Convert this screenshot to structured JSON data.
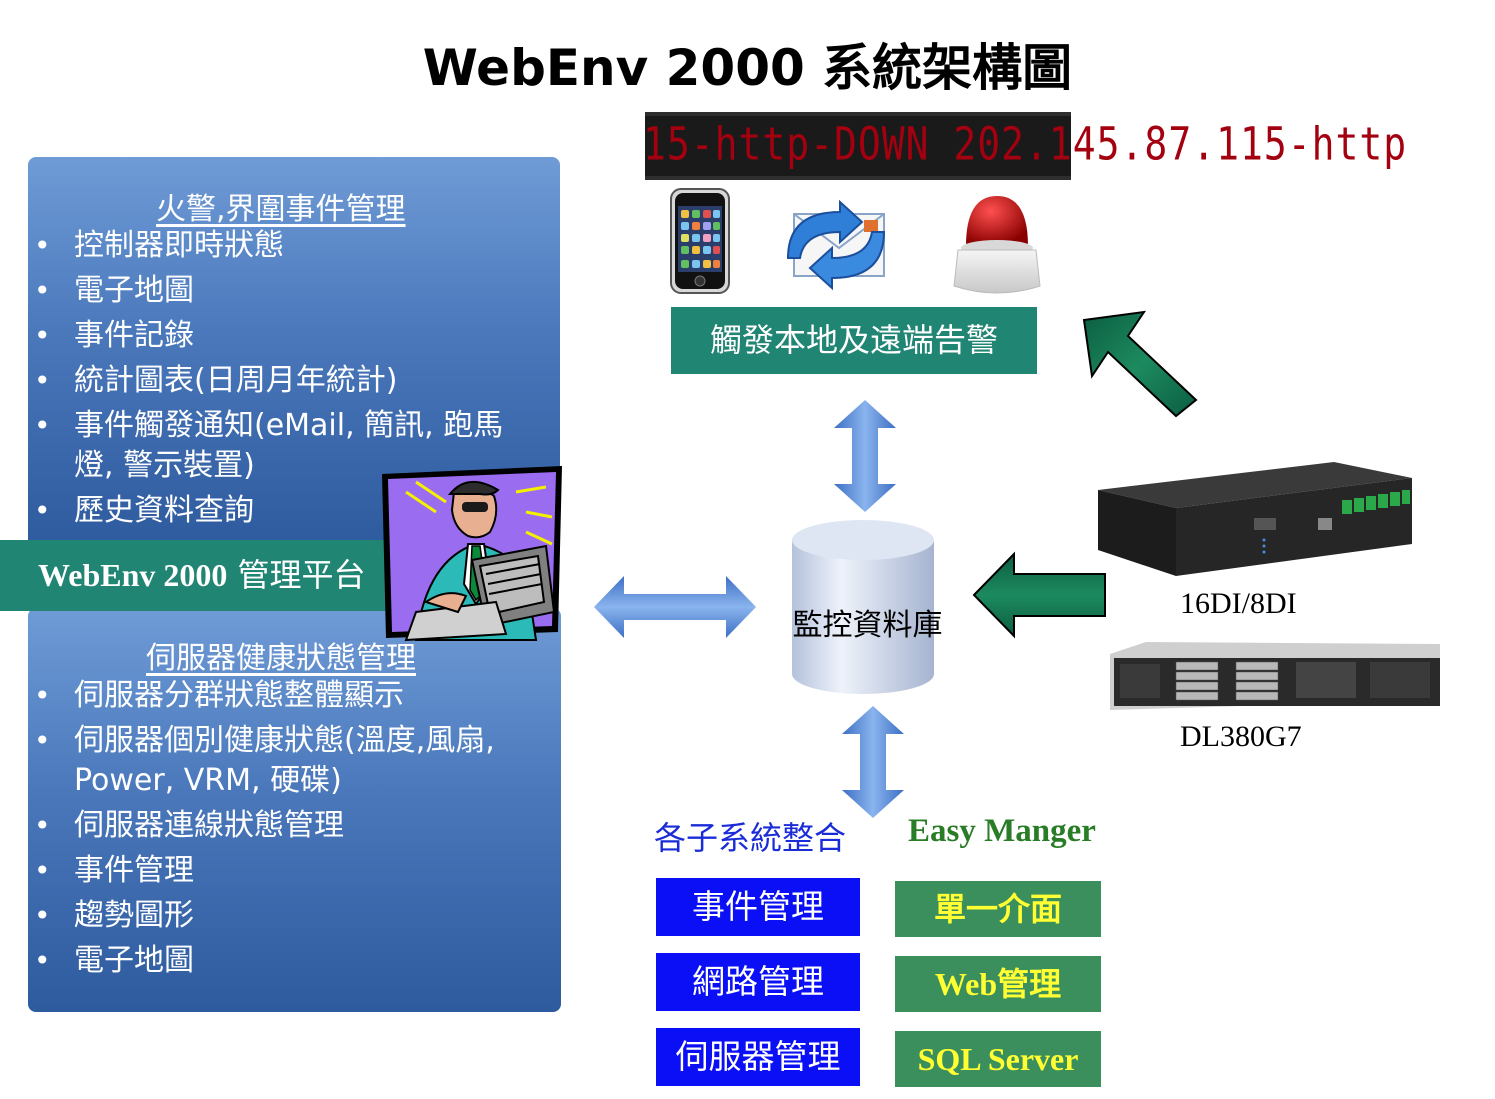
{
  "title": "WebEnv 2000 系統架構圖",
  "left_panel": {
    "section1_title": "火警,界圍事件管理",
    "section1_items": [
      "控制器即時狀態",
      "電子地圖",
      "事件記錄",
      "統計圖表(日周月年統計)",
      "事件觸發通知(eMail, 簡訊, 跑馬",
      "燈, 警示裝置)",
      "歷史資料查詢"
    ],
    "platform_label_bold": "WebEnv 2000",
    "platform_label_rest": " 管理平台",
    "section2_title": "伺服器健康狀態管理",
    "section2_items": [
      "伺服器分群狀態整體顯示",
      "伺服器個別健康狀態(溫度,風扇,",
      "Power, VRM, 硬碟)",
      "伺服器連線狀態管理",
      "事件管理",
      "趨勢圖形",
      "電子地圖"
    ]
  },
  "alarm": {
    "led_text": "15-http-DOWN    202.145.87.115-http",
    "box_label": "觸發本地及遠端告警"
  },
  "database_label": "監控資料庫",
  "hardware": {
    "device1": "16DI/8DI",
    "device2": "DL380G7"
  },
  "subsystems": {
    "title": "各子系統整合",
    "items": [
      "事件管理",
      "網路管理",
      "伺服器管理"
    ]
  },
  "easy_manager": {
    "title": "Easy Manger",
    "items": [
      "單一介面",
      "Web管理",
      "SQL Server"
    ]
  },
  "colors": {
    "teal": "#218574",
    "panel_blue": "#4a78bb",
    "button_blue": "#0a0ff5",
    "button_green": "#3a8f5c",
    "green_text": "#2a7d27",
    "blue_text": "#1a2bd8",
    "yellow_text": "#ffff33"
  }
}
